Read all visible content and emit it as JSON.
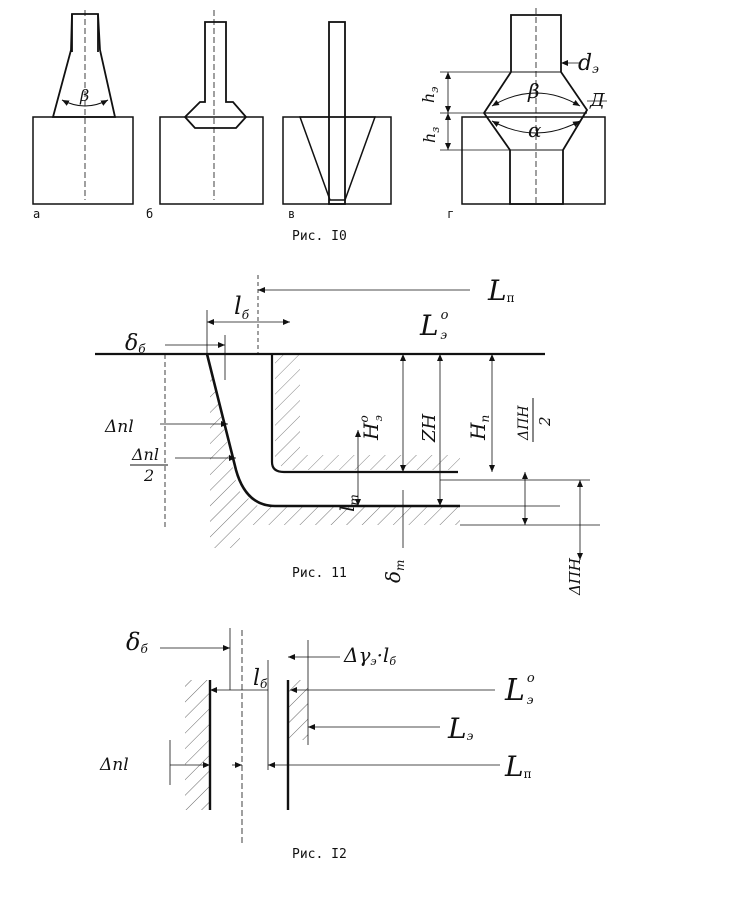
{
  "figure10": {
    "caption": "Рис. I0",
    "panels": [
      "а",
      "б",
      "в",
      "г"
    ],
    "labels": {
      "beta_a": "β",
      "beta_g": "β",
      "alpha": "α",
      "d": "d",
      "d_sub": "э",
      "D": "Д",
      "h_top": "h",
      "h_top_sub": "э",
      "h_bot": "h",
      "h_bot_sub": "з"
    }
  },
  "figure11": {
    "caption": "Рис. 11",
    "labels": {
      "Ln": "L",
      "Ln_sub": "п",
      "L0": "L",
      "L0_sup": "o",
      "L0_sub": "э",
      "l_b": "l",
      "l_b_sub": "б",
      "delta_b": "δ",
      "delta_b_sub": "б",
      "dpl": "Δпl",
      "dpl_half_num": "Δпl",
      "dpl_half_den": "2",
      "H0": "H",
      "H0_sup": "o",
      "H0_sub": "э",
      "ZH": "ZH",
      "Hn": "H",
      "Hn_sub": "п",
      "dpn_half_num": "ΔПН",
      "dpn_half_den": "2",
      "l_t": "l",
      "l_t_sub": "т",
      "delta_t": "δ",
      "delta_t_sub": "т",
      "dpn": "ΔПН"
    }
  },
  "figure12": {
    "caption": "Рис. I2",
    "labels": {
      "delta_b": "δ",
      "delta_b_sub": "б",
      "dgamma": "Δγ",
      "dgamma_sub": "э",
      "dgamma_l": "·l",
      "dgamma_l_sub": "б",
      "l_b": "l",
      "l_b_sub": "б",
      "L0": "L",
      "L0_sup": "o",
      "L0_sub": "э",
      "Le": "L",
      "Le_sub": "э",
      "Ln": "L",
      "Ln_sub": "п",
      "dpl": "Δпl"
    }
  }
}
